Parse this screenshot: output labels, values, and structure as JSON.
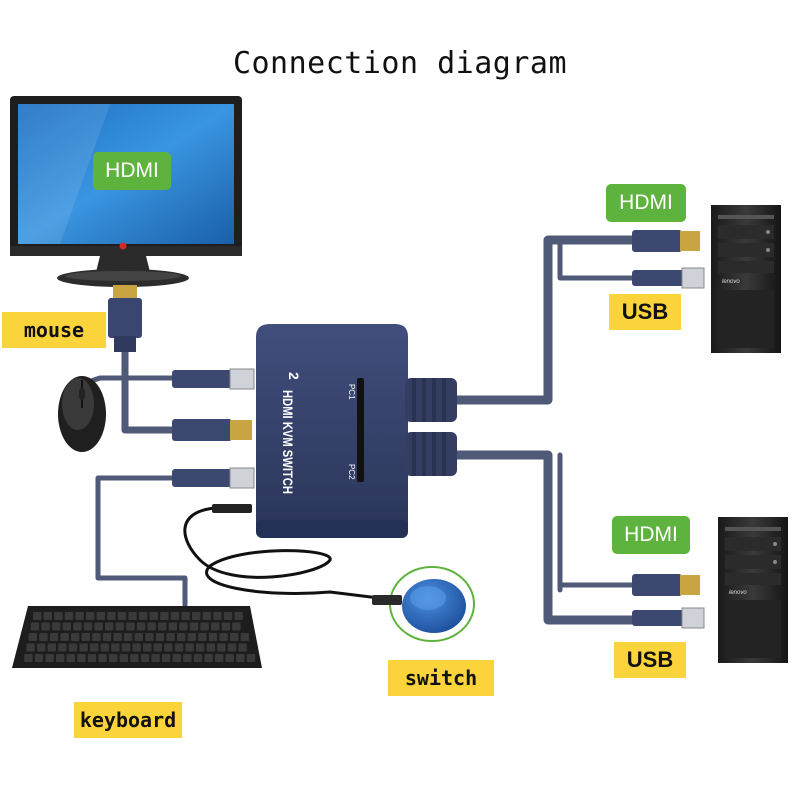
{
  "title": "Connection diagram",
  "labels": {
    "monitor_hdmi": "HDMI",
    "pc1_hdmi": "HDMI",
    "pc1_usb": "USB",
    "pc2_hdmi": "HDMI",
    "pc2_usb": "USB",
    "mouse": "mouse",
    "keyboard": "keyboard",
    "switch": "switch"
  },
  "device": {
    "name": "HDMI KVM SWITCH",
    "port_badge": "2",
    "pc1": "PC1",
    "pc2": "PC2"
  },
  "pc_brand": "lenovo",
  "colors": {
    "green_tag": "#5eb33f",
    "yellow_tag": "#fbd33a",
    "cable": "#4f5a78",
    "kvm_body": "#34406a",
    "screen": "#2e7fcf"
  }
}
